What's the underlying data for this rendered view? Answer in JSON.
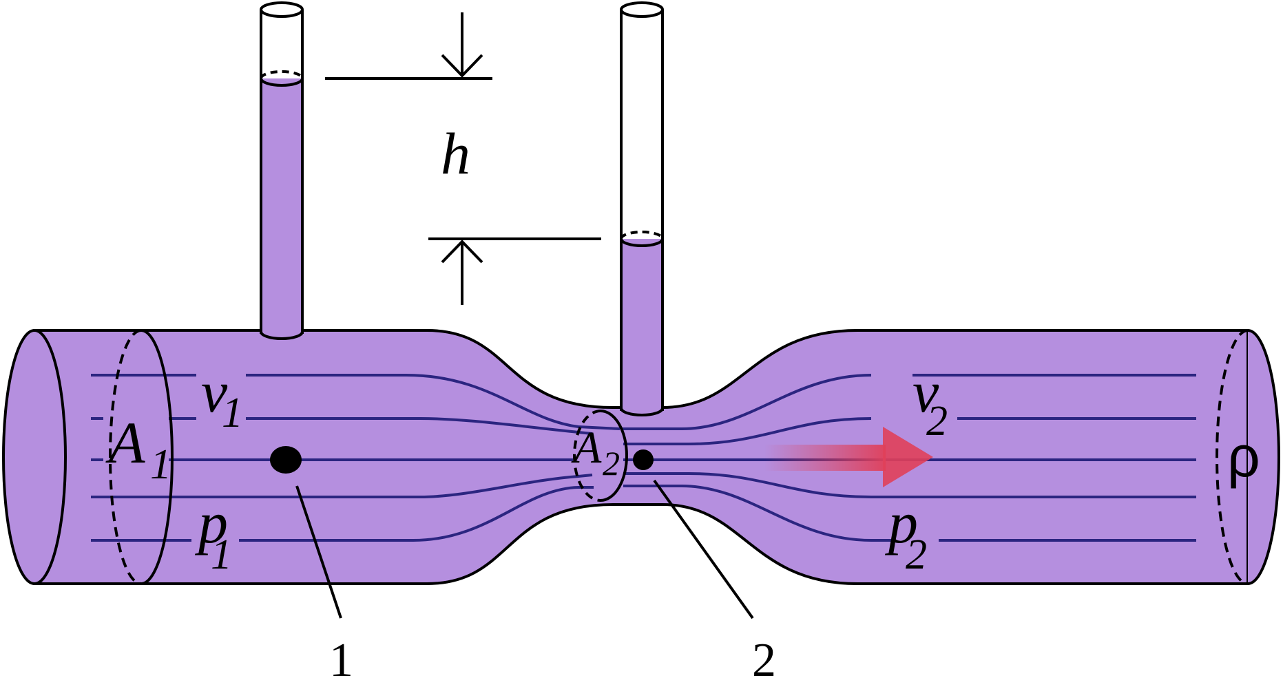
{
  "colors": {
    "fluid": "#b58fdf",
    "streamline": "#2b2580",
    "outline": "#000000",
    "flow_arrow": "#e0405a"
  },
  "labels": {
    "h": "h",
    "A1": "A",
    "A1_sub": "1",
    "v1": "v",
    "v1_sub": "1",
    "p1": "p",
    "p1_sub": "1",
    "A2": "A",
    "A2_sub": "2",
    "v2": "v",
    "v2_sub": "2",
    "p2": "p",
    "p2_sub": "2",
    "rho": "ρ",
    "point1": "1",
    "point2": "2"
  }
}
